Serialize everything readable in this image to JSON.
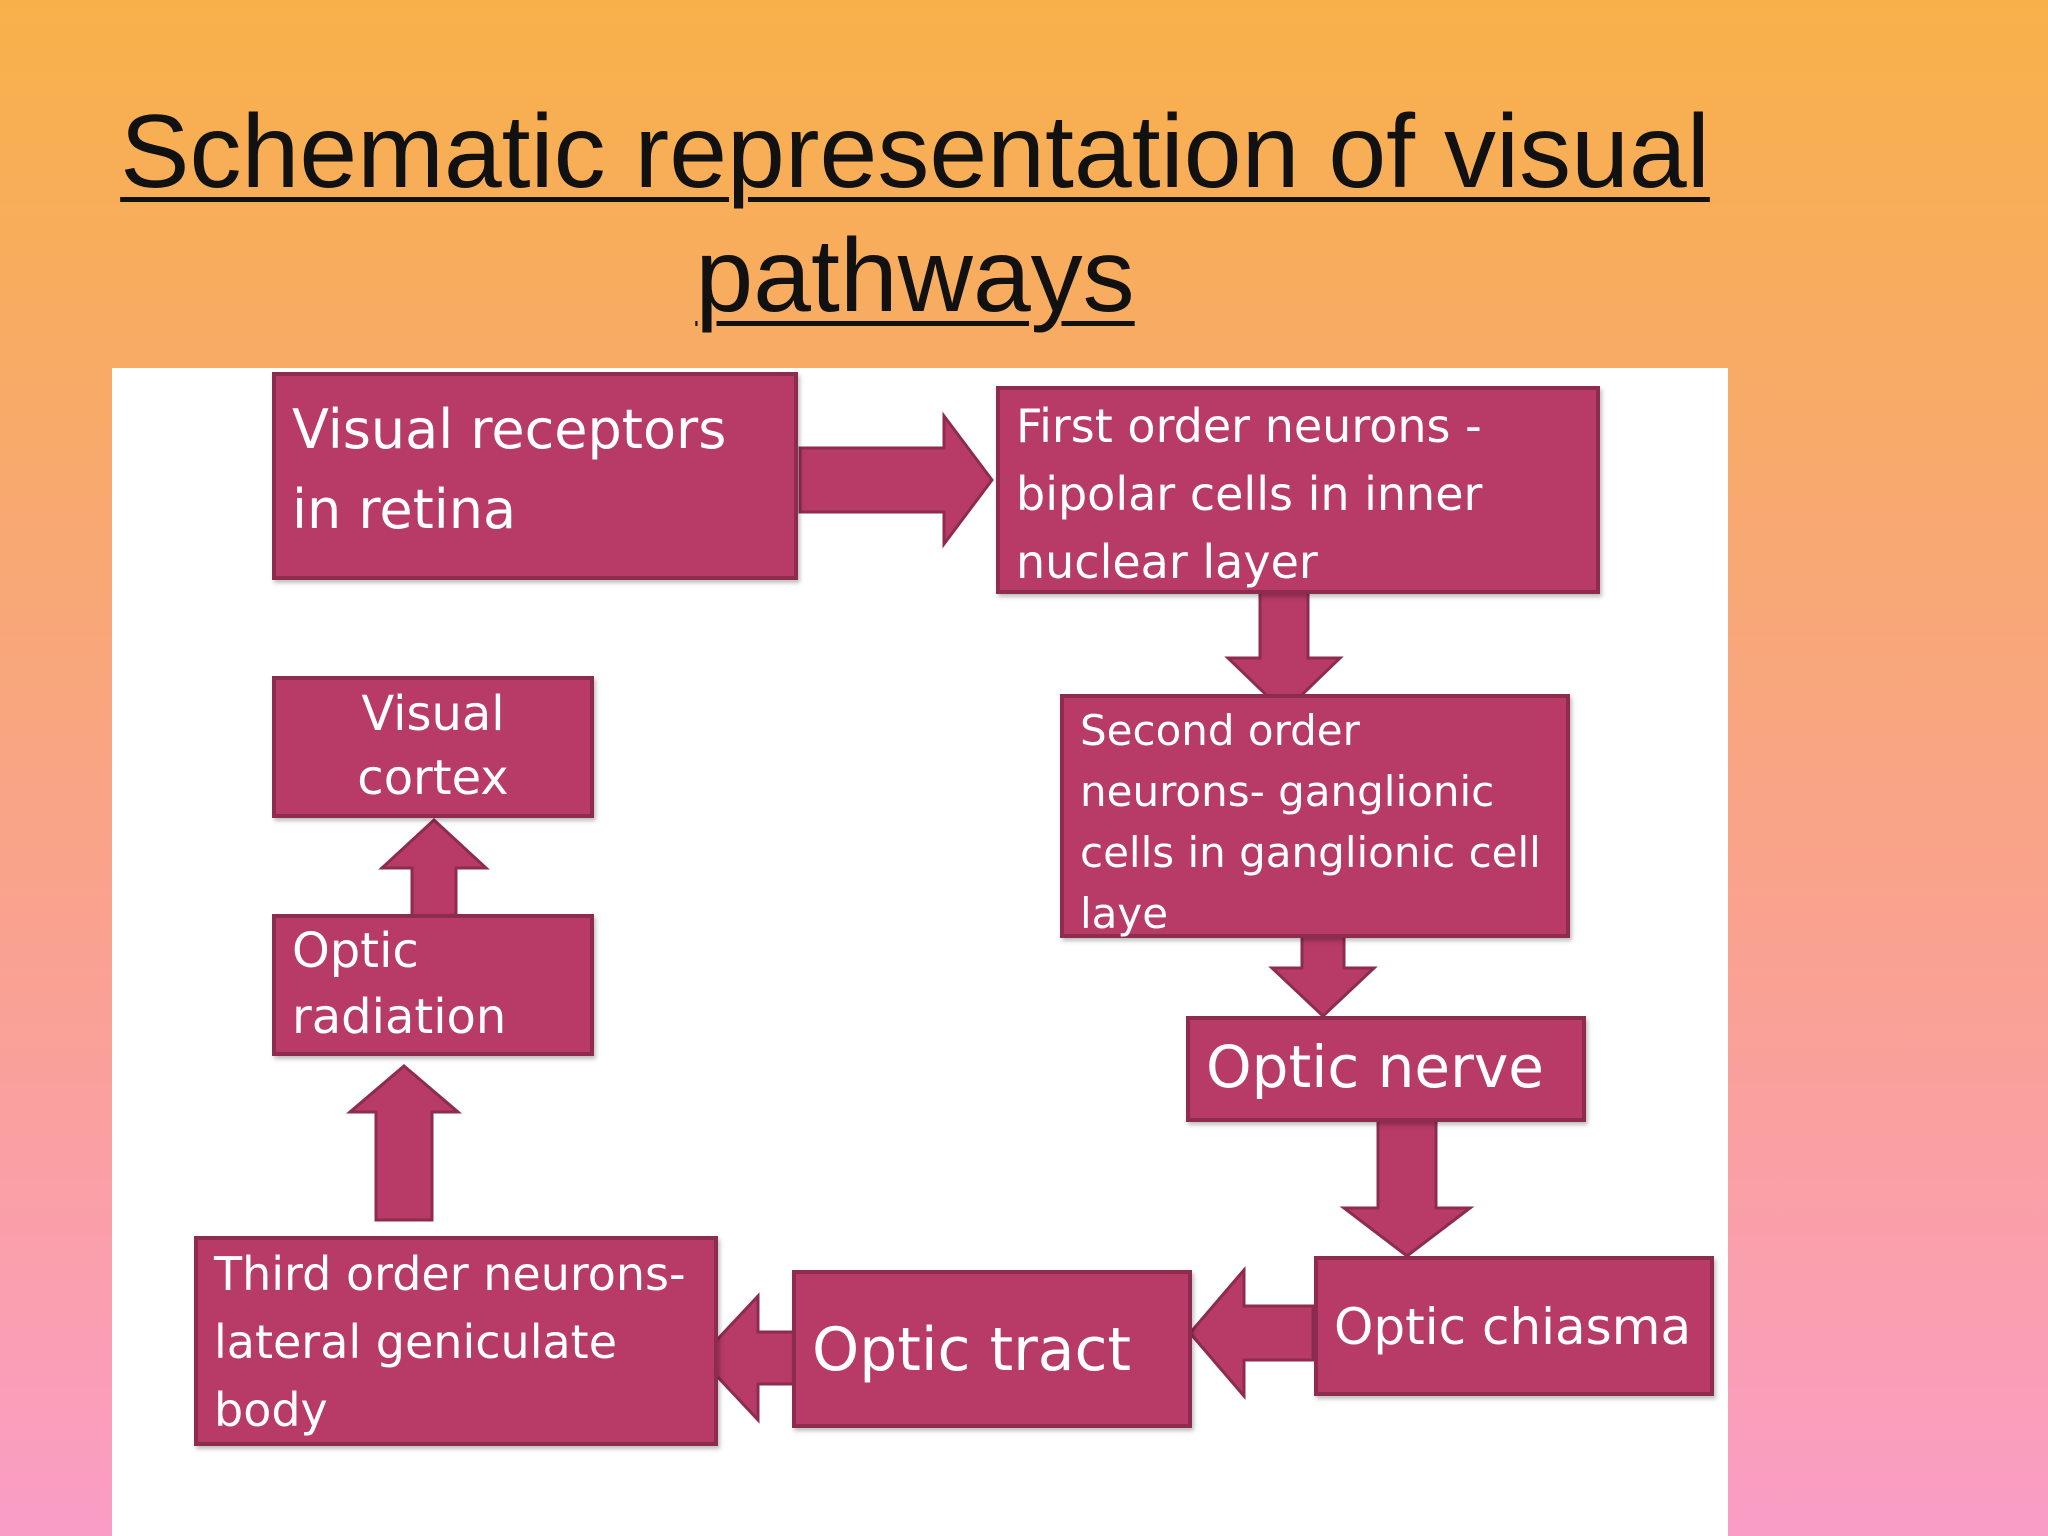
{
  "title": {
    "line1": "Schematic representation of visual",
    "line2": "pathways"
  },
  "boxes": {
    "visual_receptors": "Visual receptors in retina",
    "first_order": "First order neurons - bipolar cells in inner nuclear layer",
    "second_order": "Second order neurons- ganglionic cells in ganglionic cell laye",
    "optic_nerve": "Optic nerve",
    "optic_chiasma": "Optic chiasma",
    "optic_tract": "Optic tract",
    "third_order": "Third order neurons-lateral geniculate body",
    "optic_radiation": "Optic radiation",
    "visual_cortex": "Visual cortex"
  },
  "colors": {
    "box_fill": "#B73B66",
    "box_border": "#8E2C50",
    "box_text": "#FFFFFF",
    "panel": "#FFFFFF"
  }
}
